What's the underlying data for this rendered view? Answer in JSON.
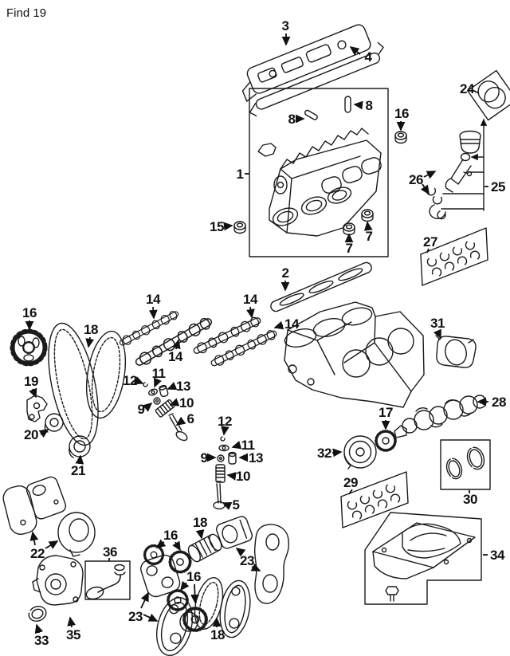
{
  "header": {
    "find_text": "Find 19"
  },
  "colors": {
    "ink": "#1a1a1a",
    "paper": "#ffffff"
  },
  "diagram_type": "engine-parts-exploded-view",
  "callouts": [
    {
      "n": "3",
      "part": "valve-cover"
    },
    {
      "n": "4",
      "part": "valve-cover-gasket"
    },
    {
      "n": "1",
      "part": "cylinder-head-assembly"
    },
    {
      "n": "8",
      "part": "dowel-pin-left"
    },
    {
      "n": "8",
      "part": "dowel-pin-right"
    },
    {
      "n": "16",
      "part": "cap-right-of-head"
    },
    {
      "n": "15",
      "part": "cap-left-of-head"
    },
    {
      "n": "7",
      "part": "valve-stem-cap-left"
    },
    {
      "n": "7",
      "part": "valve-stem-cap-right"
    },
    {
      "n": "24",
      "part": "piston-ring-set"
    },
    {
      "n": "25",
      "part": "piston-and-rod-assembly"
    },
    {
      "n": "26",
      "part": "connecting-rod-and-bearing"
    },
    {
      "n": "27",
      "part": "rod-bearing-set"
    },
    {
      "n": "2",
      "part": "head-gasket"
    },
    {
      "n": "14",
      "part": "camshaft-1"
    },
    {
      "n": "14",
      "part": "camshaft-2"
    },
    {
      "n": "14",
      "part": "camshaft-3"
    },
    {
      "n": "14",
      "part": "camshaft-4"
    },
    {
      "n": "16",
      "part": "cam-sprocket"
    },
    {
      "n": "18",
      "part": "timing-belt"
    },
    {
      "n": "19",
      "part": "tensioner-arm"
    },
    {
      "n": "20",
      "part": "idler-pulley"
    },
    {
      "n": "21",
      "part": "tensioner-roller"
    },
    {
      "n": "31",
      "part": "rear-main-seal-retainer"
    },
    {
      "n": "28",
      "part": "crankshaft"
    },
    {
      "n": "17",
      "part": "crank-sprocket"
    },
    {
      "n": "32",
      "part": "crankshaft-pulley"
    },
    {
      "n": "29",
      "part": "main-bearing-set"
    },
    {
      "n": "30",
      "part": "seal-ring-set"
    },
    {
      "n": "34",
      "part": "oil-pan"
    },
    {
      "n": "36",
      "part": "oil-pickup-tube"
    },
    {
      "n": "35",
      "part": "oil-pump"
    },
    {
      "n": "33",
      "part": "front-crank-seal"
    },
    {
      "n": "22",
      "part": "timing-belt-covers"
    },
    {
      "n": "23",
      "part": "rear-covers-left"
    },
    {
      "n": "16",
      "part": "balance-sprockets-upper"
    },
    {
      "n": "16",
      "part": "balance-sprockets-lower"
    },
    {
      "n": "18",
      "part": "balance-belt-rolled"
    },
    {
      "n": "18",
      "part": "balance-belt-loop"
    },
    {
      "n": "23",
      "part": "rear-covers-right"
    },
    {
      "n": "5",
      "part": "exhaust-valve"
    },
    {
      "n": "6",
      "part": "intake-valve"
    },
    {
      "n": "12",
      "part": "valve-keeper-1"
    },
    {
      "n": "11",
      "part": "spring-retainer-1"
    },
    {
      "n": "13",
      "part": "stem-seal-1"
    },
    {
      "n": "9",
      "part": "spring-seat-1"
    },
    {
      "n": "10",
      "part": "valve-spring-1"
    },
    {
      "n": "12",
      "part": "valve-keeper-2"
    },
    {
      "n": "11",
      "part": "spring-retainer-2"
    },
    {
      "n": "9",
      "part": "spring-seat-2"
    },
    {
      "n": "13",
      "part": "stem-seal-2"
    },
    {
      "n": "10",
      "part": "valve-spring-2"
    }
  ]
}
